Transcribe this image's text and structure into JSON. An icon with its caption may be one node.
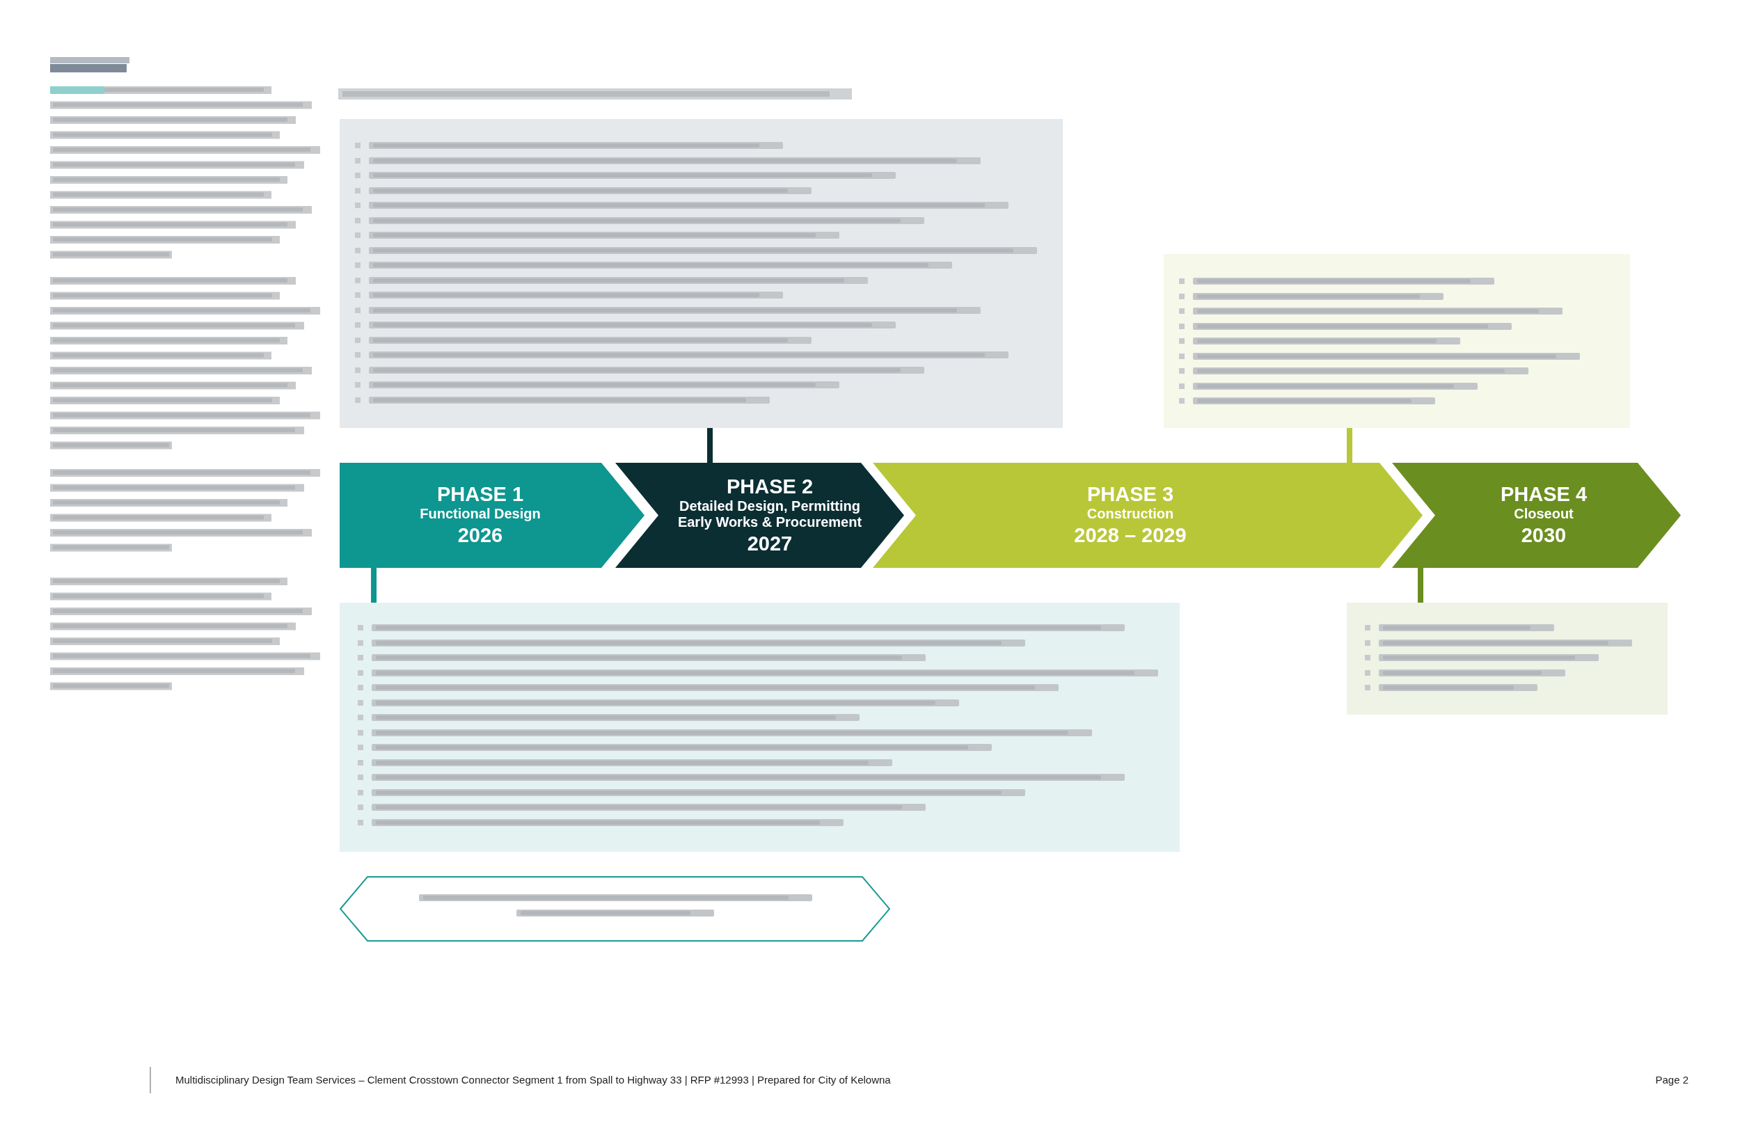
{
  "diagram": {
    "nodes": [
      {
        "text": [],
        "shape": "box"
      },
      {
        "text": [],
        "shape": "box"
      },
      {
        "text": [
          "PHASE 1",
          "Functional Design",
          "2026"
        ]
      },
      {
        "text": [
          "PHASE 2",
          "Detailed Design, Permitting Early Works & Procurement",
          "2027"
        ]
      },
      {
        "text": [
          "PHASE 3",
          "Construction",
          "2028 – 2029"
        ]
      },
      {
        "text": [
          "PHASE 4",
          "Closeout",
          "2030"
        ]
      },
      {
        "text": [],
        "shape": "box"
      },
      {
        "text": [],
        "shape": "box"
      },
      {
        "text": [],
        "shape": "hexagon"
      }
    ],
    "edges": [
      {
        "from": 3,
        "to": 0,
        "arrow": "none",
        "color": "#0b2e33"
      },
      {
        "from": 4,
        "to": 1,
        "arrow": "none",
        "color": "#b8c738"
      },
      {
        "from": 2,
        "to": 6,
        "arrow": "none",
        "color": "#0e9690"
      },
      {
        "from": 5,
        "to": 7,
        "arrow": "none",
        "color": "#6a8e1f"
      }
    ],
    "labels": [
      "Multidisciplinary Design Team Services – Clement Crosstown Connector Segment 1 from Spall to Highway 33 | RFP #12993 | Prepared for City of Kelowna",
      "Page 2"
    ]
  }
}
